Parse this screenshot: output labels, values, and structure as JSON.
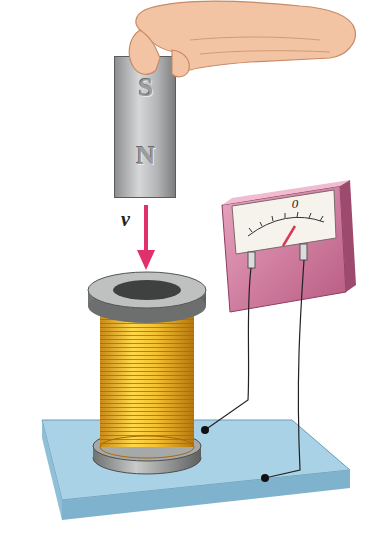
{
  "diagram": {
    "nodes": [
      {
        "text": [
          "S",
          "N"
        ]
      },
      {
        "text": [
          "0"
        ]
      }
    ],
    "labels": [
      "v"
    ]
  }
}
